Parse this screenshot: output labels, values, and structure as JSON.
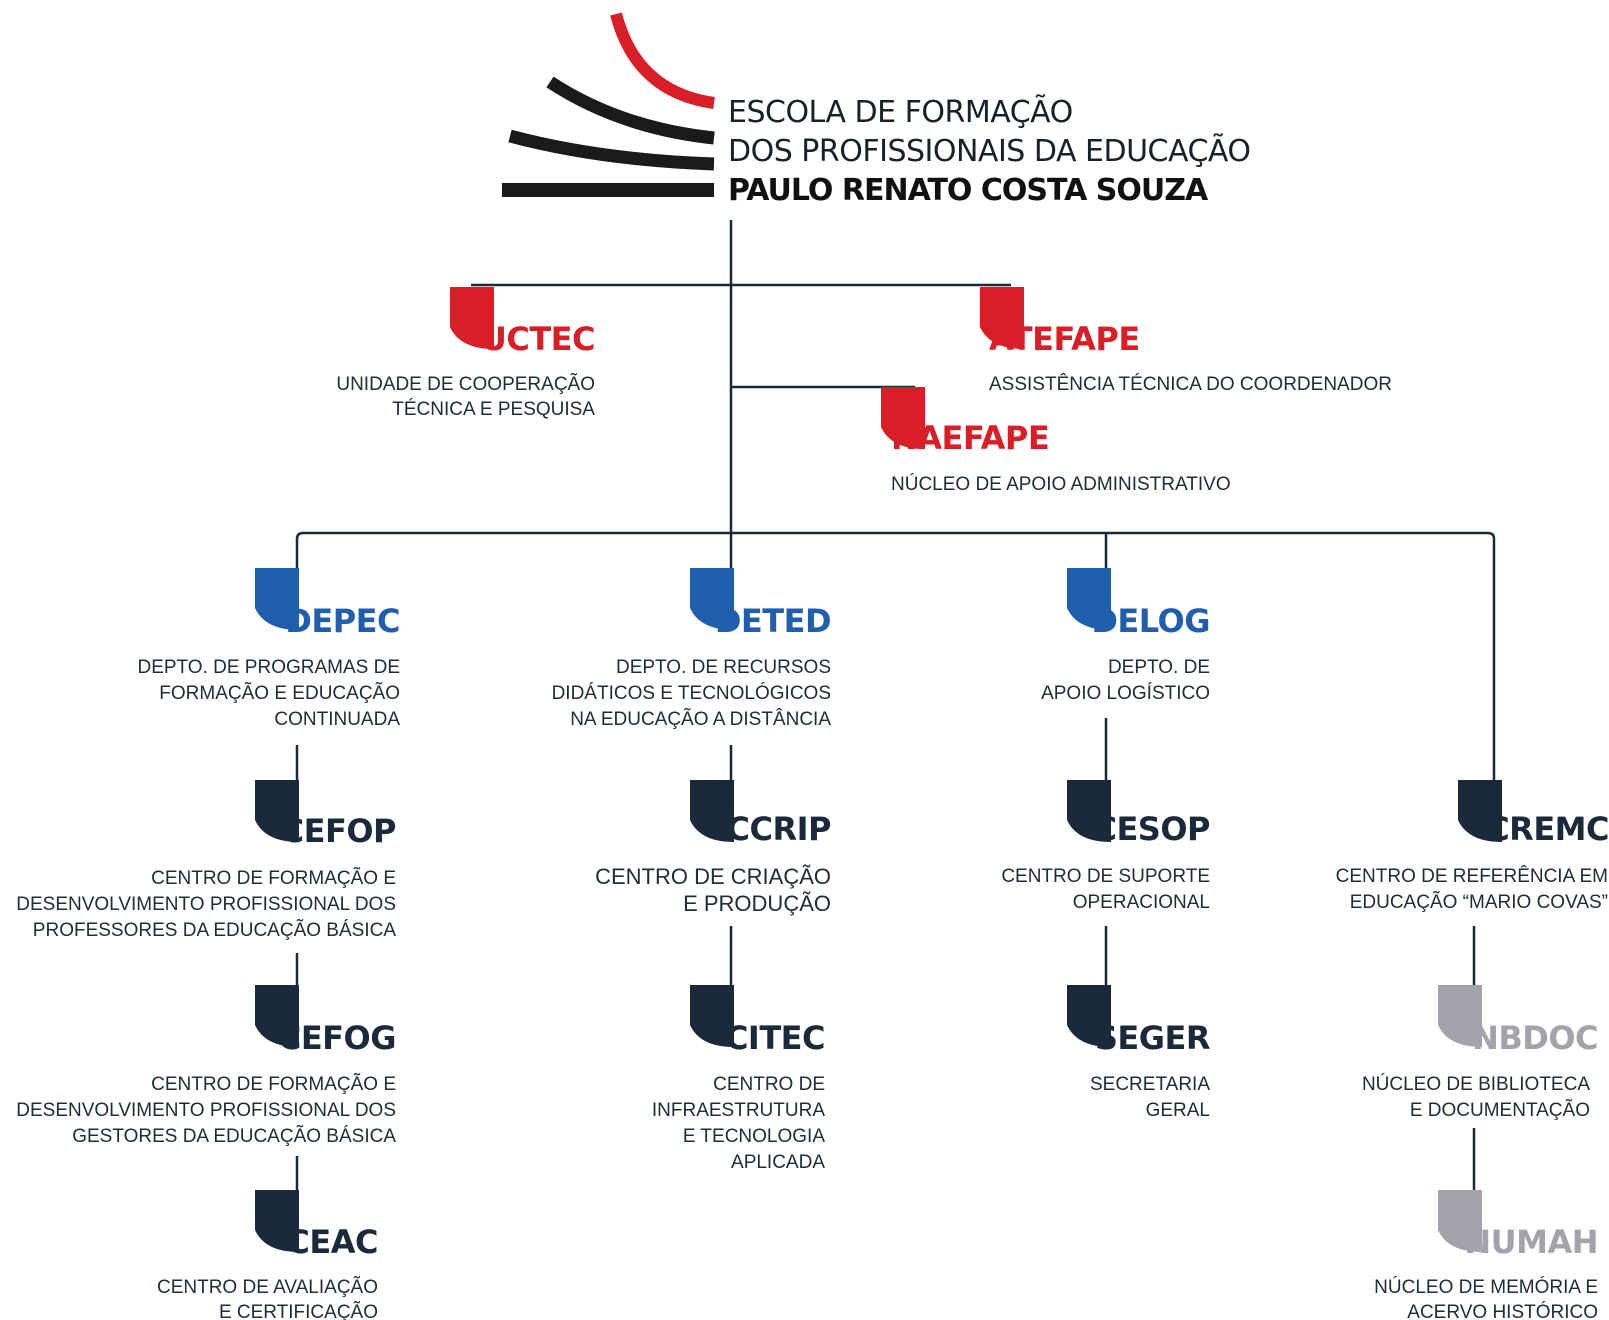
{
  "colors": {
    "red": "#d81e27",
    "blue": "#1f5fae",
    "navy": "#1a2a3a",
    "gray": "#a3a3ab",
    "line": "#1a2a3a",
    "logo_dark": "#1a1a1a"
  },
  "logo": {
    "line1": "ESCOLA DE FORMAÇÃO",
    "line2": "DOS PROFISSIONAIS DA EDUCAÇÃO",
    "line3": "PAULO RENATO COSTA SOUZA"
  },
  "nodes": {
    "uctec": {
      "abbr": "UCTEC",
      "desc": [
        "UNIDADE DE COOPERAÇÃO",
        "TÉCNICA E PESQUISA"
      ]
    },
    "atefape": {
      "abbr": "ATEFAPE",
      "desc": [
        "ASSISTÊNCIA TÉCNICA DO COORDENADOR"
      ]
    },
    "naefape": {
      "abbr": "NAEFAPE",
      "desc": [
        "NÚCLEO DE APOIO ADMINISTRATIVO"
      ]
    },
    "depec": {
      "abbr": "DEPEC",
      "desc": [
        "DEPTO. DE PROGRAMAS DE",
        "FORMAÇÃO E EDUCAÇÃO",
        "CONTINUADA"
      ]
    },
    "deted": {
      "abbr": "DETED",
      "desc": [
        "DEPTO. DE RECURSOS",
        "DIDÁTICOS E TECNOLÓGICOS",
        "NA EDUCAÇÃO A DISTÂNCIA"
      ]
    },
    "delog": {
      "abbr": "DELOG",
      "desc": [
        "DEPTO. DE",
        "APOIO LOGÍSTICO"
      ]
    },
    "cefop": {
      "abbr": "CEFOP",
      "desc": [
        "CENTRO DE FORMAÇÃO E",
        "DESENVOLVIMENTO PROFISSIONAL DOS",
        "PROFESSORES DA EDUCAÇÃO BÁSICA"
      ]
    },
    "cefog": {
      "abbr": "CEFOG",
      "desc": [
        "CENTRO DE FORMAÇÃO E",
        "DESENVOLVIMENTO PROFISSIONAL DOS",
        "GESTORES DA EDUCAÇÃO BÁSICA"
      ]
    },
    "ceac": {
      "abbr": "CEAC",
      "desc": [
        "CENTRO DE AVALIAÇÃO",
        "E CERTIFICAÇÃO"
      ]
    },
    "ccrip": {
      "abbr": "CCRIP",
      "desc": [
        "CENTRO DE CRIAÇÃO",
        "E PRODUÇÃO"
      ]
    },
    "citec": {
      "abbr": "CITEC",
      "desc": [
        "CENTRO DE",
        "INFRAESTRUTURA",
        "E TECNOLOGIA",
        "APLICADA"
      ]
    },
    "cesop": {
      "abbr": "CESOP",
      "desc": [
        "CENTRO DE SUPORTE",
        "OPERACIONAL"
      ]
    },
    "seger": {
      "abbr": "SEGER",
      "desc": [
        "SECRETARIA",
        "GERAL"
      ]
    },
    "cremc": {
      "abbr": "CREMC",
      "desc": [
        "CENTRO DE REFERÊNCIA EM",
        "EDUCAÇÃO “MARIO COVAS”"
      ]
    },
    "nbdoc": {
      "abbr": "NBDOC",
      "desc": [
        "NÚCLEO DE BIBLIOTECA",
        "E DOCUMENTAÇÃO"
      ]
    },
    "numah": {
      "abbr": "NUMAH",
      "desc": [
        "NÚCLEO DE MEMÓRIA E",
        "ACERVO HISTÓRICO"
      ]
    }
  }
}
